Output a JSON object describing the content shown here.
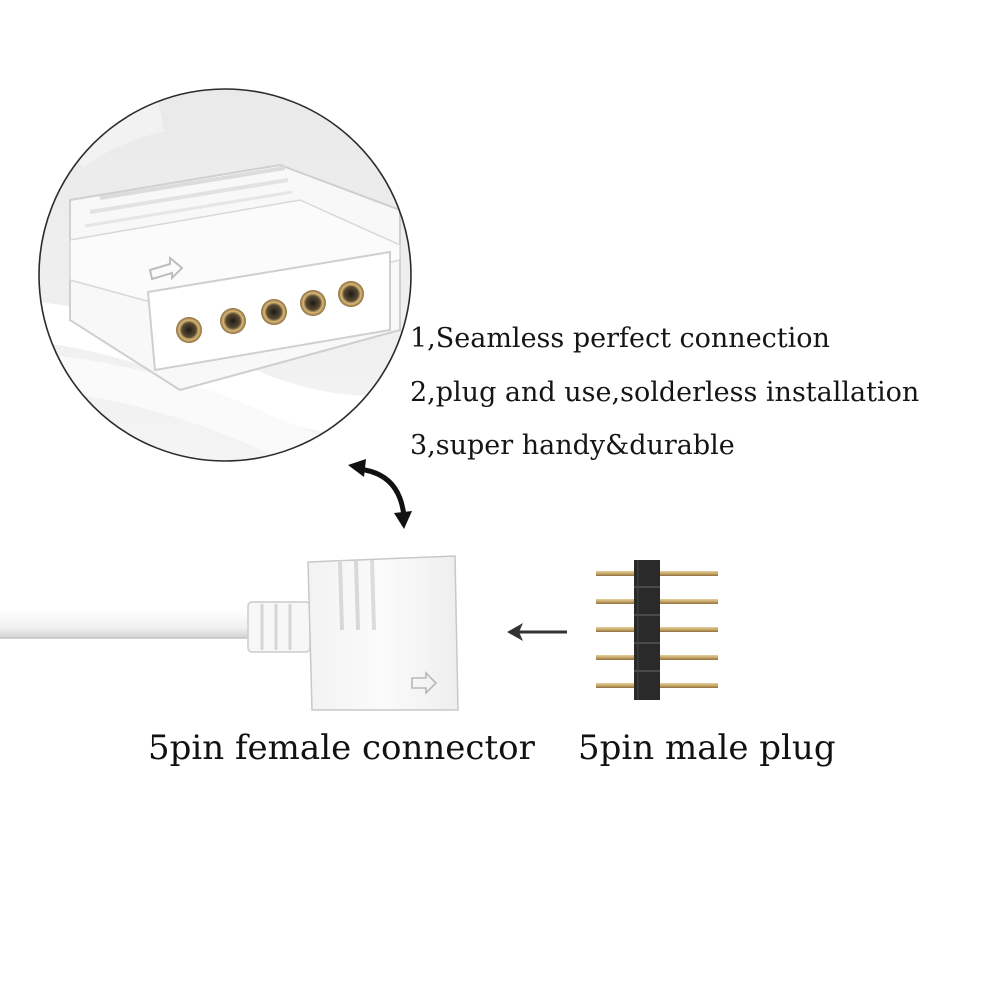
{
  "features": [
    "1,Seamless perfect connection",
    "2,plug and use,solderless installation",
    "3,super handy&durable"
  ],
  "captions": {
    "female": "5pin female connector",
    "male": "5pin male plug"
  },
  "colors": {
    "background": "#ffffff",
    "connector": "#f6f6f6",
    "connector_shadow": "#c9c9c9",
    "pin_housing": "#2a2a2a",
    "pin_metal": "#c8a86a",
    "text": "#111111",
    "arrow": "#333333"
  },
  "icons": {
    "zoom_view": "connector-closeup-icon",
    "curved_arrow": "curved-double-arrow-icon",
    "left_arrow": "arrow-left-icon"
  }
}
